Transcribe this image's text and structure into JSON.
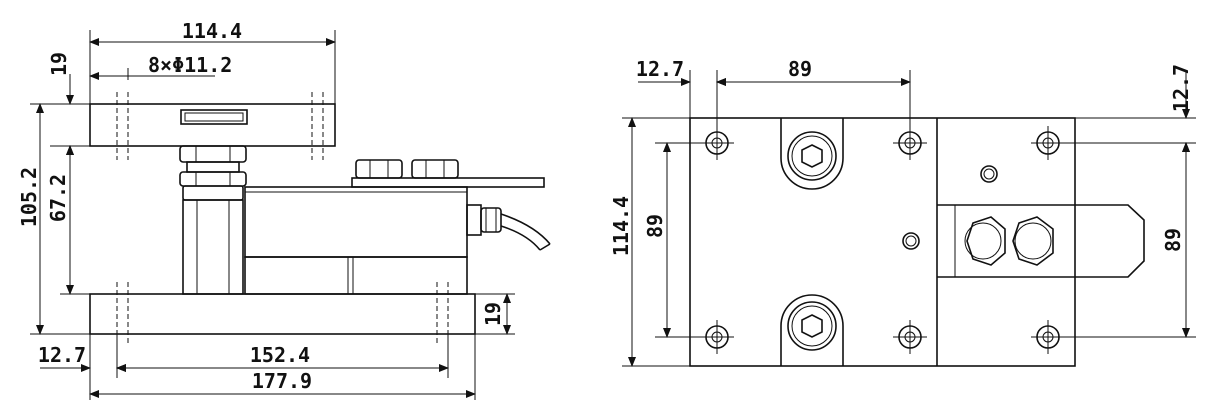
{
  "dimensions": {
    "top_width": "114.4",
    "hole_spec": "8×Φ11.2",
    "top_plate_thickness": "19",
    "total_height": "105.2",
    "mid_height": "67.2",
    "base_plate_thickness": "19",
    "edge_offset_bottom": "12.7",
    "hole_spacing_long": "152.4",
    "base_length": "177.9",
    "plan_edge_offset": "12.7",
    "plan_hole_spacing_x": "89",
    "plan_edge_offset_right": "12.7",
    "plan_total_height": "114.4",
    "plan_hole_spacing_y_left": "89",
    "plan_hole_spacing_y_right": "89"
  },
  "colors": {
    "line": "#111111",
    "background": "#ffffff"
  }
}
